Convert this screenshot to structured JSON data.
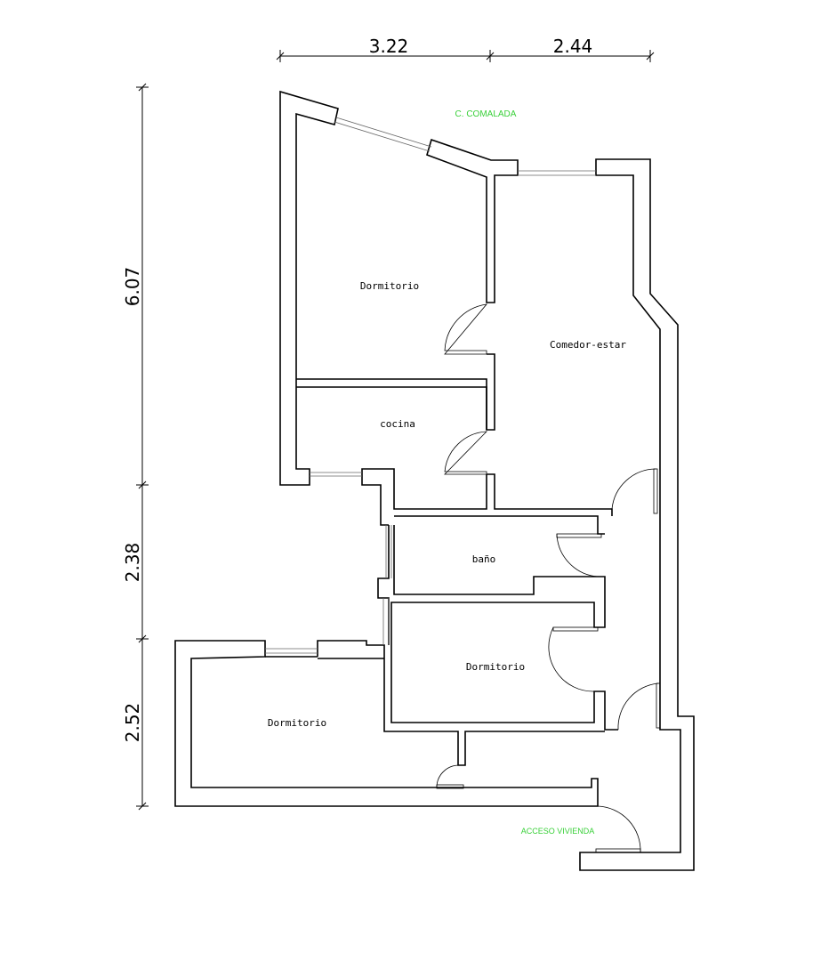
{
  "dimensions": {
    "top": [
      "3.22",
      "2.44"
    ],
    "left": [
      "6.07",
      "2.38",
      "2.52"
    ]
  },
  "rooms": {
    "dormitorio_1": "Dormitorio",
    "comedor": "Comedor-estar",
    "cocina": "cocina",
    "bano": "baño",
    "dormitorio_2": "Dormitorio",
    "dormitorio_3": "Dormitorio"
  },
  "annotations": {
    "street": "C. COMALADA",
    "access": "ACCESO VIVIENDA"
  },
  "colors": {
    "annotation": "#39d039",
    "walls": "#000000"
  }
}
